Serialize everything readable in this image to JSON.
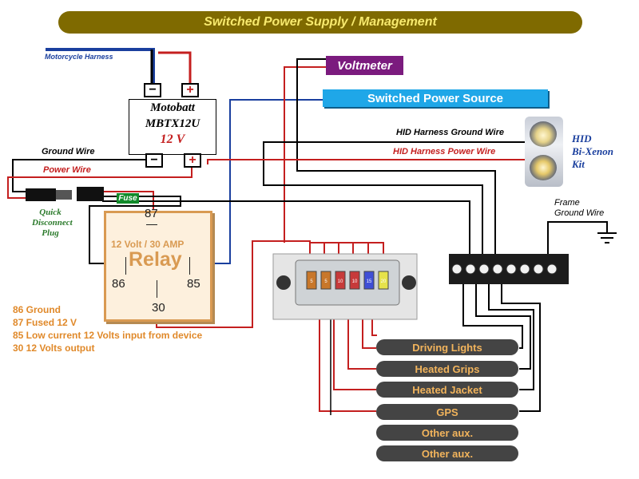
{
  "title": "Switched Power Supply / Management",
  "labels": {
    "motorcycle_harness": "Motorcycle Harness",
    "ground_wire": "Ground Wire",
    "power_wire": "Power Wire",
    "quick_disconnect": [
      "Quick",
      "Disconnect",
      "Plug"
    ],
    "fuse": "Fuse",
    "voltmeter": "Voltmeter",
    "switched_power_source": "Switched Power Source",
    "hid_ground": "HID Harness Ground Wire",
    "hid_power": "HID Harness Power Wire",
    "hid_kit": [
      "HID",
      "Bi-Xenon",
      "Kit"
    ],
    "frame_ground": [
      "Frame",
      "Ground Wire"
    ]
  },
  "battery": {
    "brand": "Motobatt",
    "model": "MBTX12U",
    "voltage": "12 V",
    "minus": "−",
    "plus": "+"
  },
  "relay": {
    "rating": "12 Volt / 30 AMP",
    "name": "Relay",
    "pin_87": "87",
    "pin_86": "86",
    "pin_85": "85",
    "pin_30": "30"
  },
  "legend": [
    "86 Ground",
    "87 Fused 12 V",
    "85 Low current 12 Volts input from device",
    "30 12 Volts output"
  ],
  "fuse_box": {
    "fuses": [
      "5",
      "5",
      "10",
      "10",
      "15",
      "20"
    ],
    "colors": [
      "#c8772a",
      "#c8772a",
      "#c73a3a",
      "#c73a3a",
      "#3f4fd6",
      "#e6e24a"
    ]
  },
  "outputs": [
    "Driving Lights",
    "Heated Grips",
    "Heated Jacket",
    "GPS",
    "Other aux.",
    "Other aux."
  ],
  "colors": {
    "red_wire": "#c41f1f",
    "blue_wire": "#1a3f9e",
    "black_wire": "#000000",
    "title_bg": "#7f6a00",
    "title_fg": "#f7e96e",
    "relay_border": "#d99a52",
    "legend_text": "#e0892a"
  }
}
